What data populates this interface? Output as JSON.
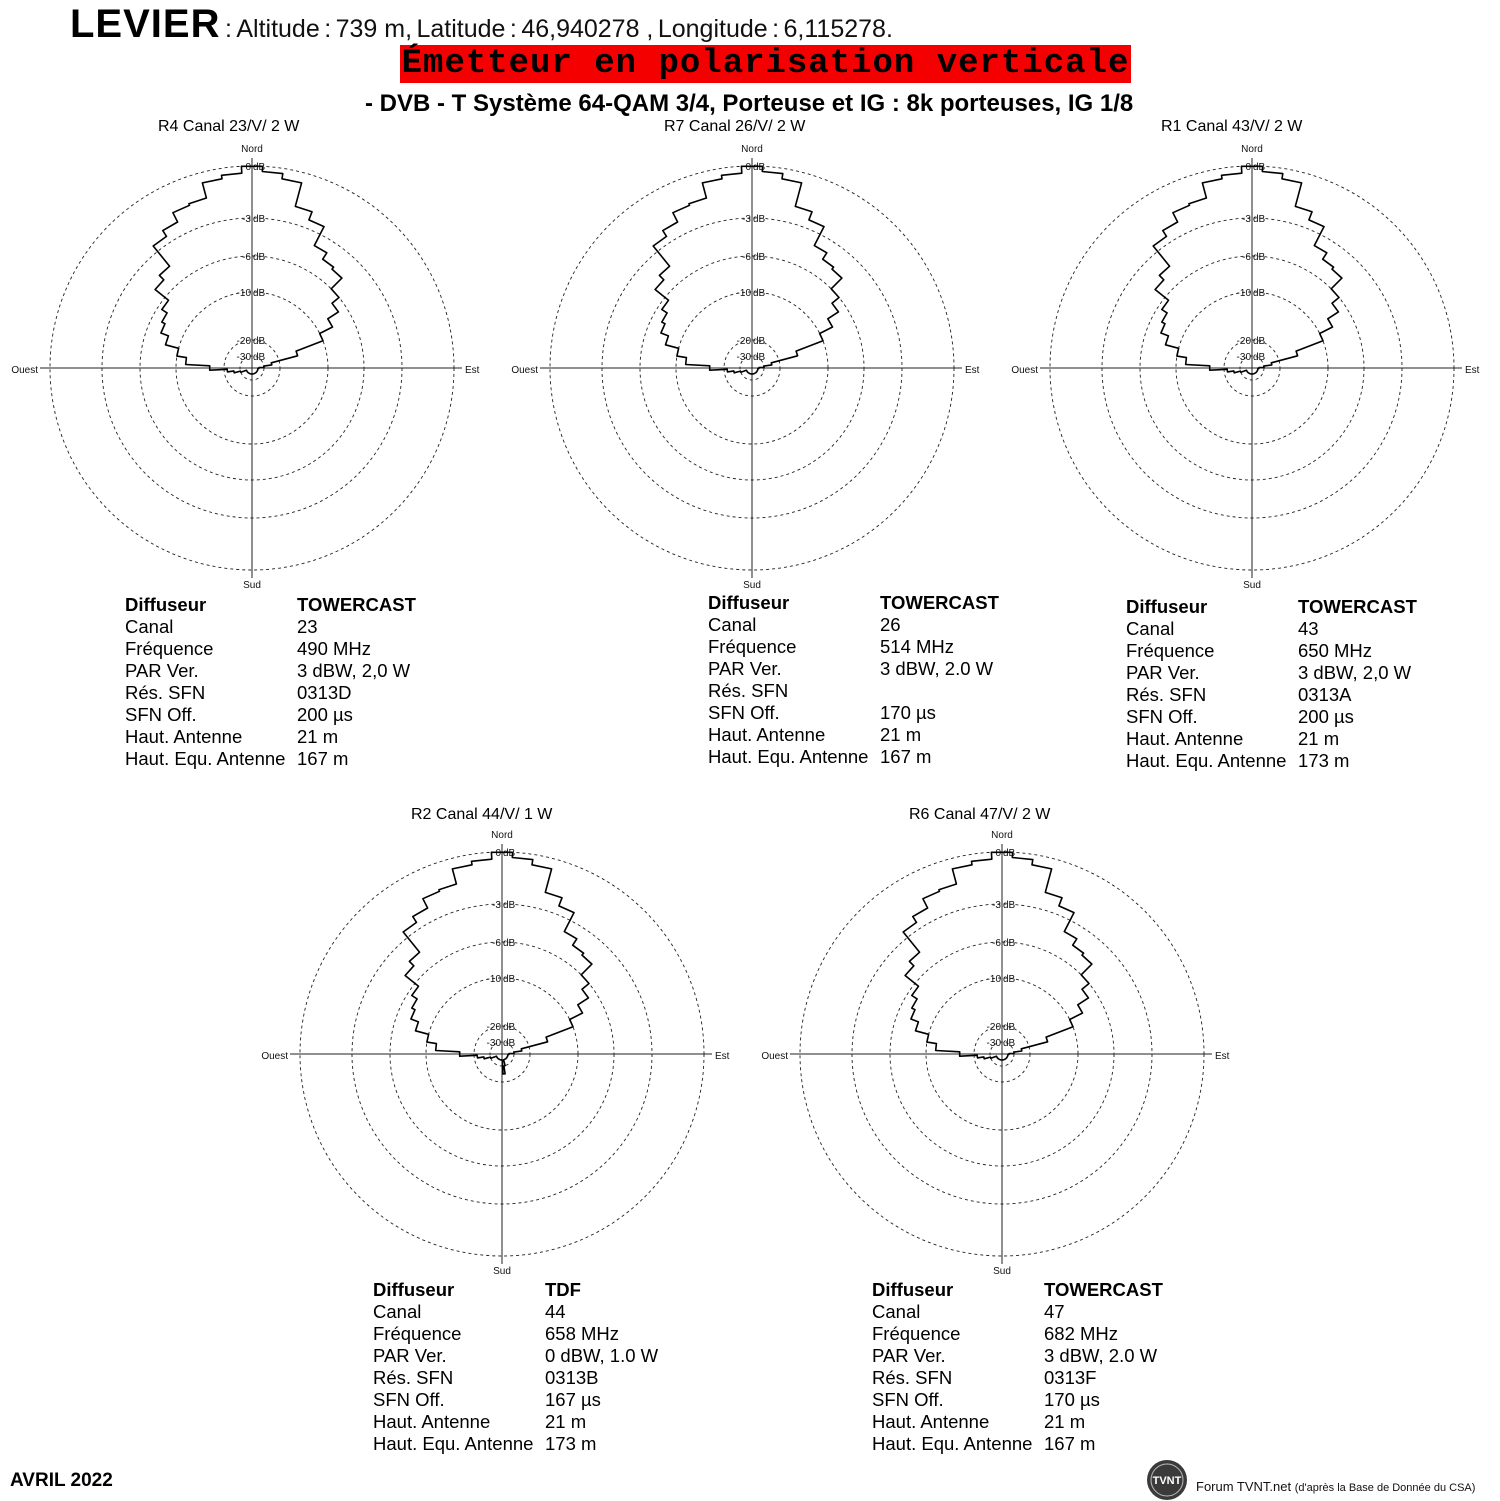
{
  "header": {
    "site": "LEVIER",
    "sep": ":",
    "altitude_label": "Altitude",
    "altitude_value": "739 m,",
    "latitude_label": "Latitude",
    "latitude_value": "46,940278 ,",
    "longitude_label": "Longitude",
    "longitude_value": "6,115278."
  },
  "banner": {
    "text": "Émetteur en polarisation verticale",
    "color": "#f40000"
  },
  "system_line": "- DVB - T    Système 64-QAM 3/4,  Porteuse et IG : 8k porteuses, IG 1/8",
  "polar_labels": {
    "north": "Nord",
    "south": "Sud",
    "east": "Est",
    "west": "Ouest",
    "rings": [
      "0 dB",
      "-3 dB",
      "-6 dB",
      "-10 dB",
      "-20 dB",
      "-30 dB"
    ]
  },
  "chart_data": [
    {
      "type": "polar",
      "title": "R4    Canal  23/V/   2  W",
      "rings_db": [
        0,
        -3,
        -6,
        -10,
        -20,
        -30
      ],
      "pattern_db": [
        0,
        -0.3,
        -0.6,
        -2,
        -2.5,
        -4,
        -4.6,
        -4.8,
        -6,
        -7,
        -8.4,
        -10,
        -16,
        -25,
        -30,
        -35,
        -36,
        -36,
        -36,
        -36,
        -36,
        -36,
        -36,
        -36,
        -36,
        -36,
        -36,
        -36,
        -36,
        -36,
        -36,
        -36,
        -36,
        -36,
        -36,
        -36,
        -36,
        -36,
        -36,
        -36,
        -36,
        -36,
        -30,
        -26,
        -22,
        -17,
        -12,
        -10,
        -8.5,
        -7.6,
        -7.2,
        -6.5,
        -5,
        -4.5,
        -2.6,
        -2.2,
        -1.6,
        -1.5,
        -0.6,
        -0.4
      ],
      "info": {
        "diffuseur": "TOWERCAST",
        "canal": "23",
        "frequence": "490 MHz",
        "par": "3 dBW, 2,0 W",
        "res_sfn": "0313D",
        "sfn_off": "200 µs",
        "haut_antenne": "21 m",
        "haut_equ_antenne": "167 m"
      }
    },
    {
      "type": "polar",
      "title": "R7    Canal 26/V/   2  W",
      "rings_db": [
        0,
        -3,
        -6,
        -10,
        -20,
        -30
      ],
      "pattern_db": [
        0,
        -0.3,
        -0.6,
        -2,
        -2.5,
        -4,
        -4.6,
        -4.8,
        -6,
        -7,
        -8.4,
        -10,
        -16,
        -25,
        -30,
        -35,
        -36,
        -36,
        -36,
        -36,
        -36,
        -36,
        -36,
        -36,
        -36,
        -36,
        -36,
        -36,
        -36,
        -36,
        -36,
        -36,
        -36,
        -36,
        -36,
        -36,
        -36,
        -36,
        -36,
        -36,
        -36,
        -36,
        -30,
        -26,
        -22,
        -17,
        -12,
        -10,
        -8.5,
        -7.6,
        -7.2,
        -6.5,
        -5,
        -4.5,
        -2.6,
        -2.2,
        -1.6,
        -1.5,
        -0.6,
        -0.4
      ],
      "info": {
        "diffuseur": "TOWERCAST",
        "canal": "26",
        "frequence": "514 MHz",
        "par": "3 dBW, 2.0 W",
        "res_sfn": "",
        "sfn_off": "170 µs",
        "haut_antenne": "21 m",
        "haut_equ_antenne": "167 m"
      }
    },
    {
      "type": "polar",
      "title": "R1    Canal 43/V/   2  W",
      "rings_db": [
        0,
        -3,
        -6,
        -10,
        -20,
        -30
      ],
      "pattern_db": [
        0,
        -0.3,
        -0.6,
        -2,
        -2.5,
        -4,
        -4.6,
        -4.8,
        -6,
        -7,
        -8.4,
        -10,
        -16,
        -25,
        -30,
        -35,
        -36,
        -36,
        -36,
        -36,
        -36,
        -36,
        -36,
        -36,
        -36,
        -36,
        -36,
        -36,
        -36,
        -36,
        -36,
        -36,
        -36,
        -36,
        -36,
        -36,
        -36,
        -36,
        -36,
        -36,
        -36,
        -36,
        -30,
        -26,
        -22,
        -17,
        -12,
        -10,
        -8.5,
        -7.6,
        -7.2,
        -6.5,
        -5,
        -4.5,
        -2.6,
        -2.2,
        -1.6,
        -1.5,
        -0.6,
        -0.4
      ],
      "info": {
        "diffuseur": "TOWERCAST",
        "canal": "43",
        "frequence": "650 MHz",
        "par": "3 dBW, 2,0 W",
        "res_sfn": "0313A",
        "sfn_off": "200 µs",
        "haut_antenne": "21 m",
        "haut_equ_antenne": "173 m"
      }
    },
    {
      "type": "polar",
      "title": "R2    Canal 44/V/    1   W",
      "rings_db": [
        0,
        -3,
        -6,
        -10,
        -20,
        -30
      ],
      "pattern_db": [
        0,
        -0.3,
        -0.6,
        -2,
        -2.5,
        -4,
        -4.6,
        -4.8,
        -6,
        -7,
        -8.4,
        -10,
        -16,
        -25,
        -30,
        -35,
        -36,
        -36,
        -36,
        -36,
        -36,
        -36,
        -36,
        -36,
        -36,
        -36,
        -36,
        -36,
        -30,
        -25,
        -36,
        -36,
        -36,
        -36,
        -36,
        -36,
        -36,
        -36,
        -36,
        -36,
        -36,
        -36,
        -30,
        -26,
        -22,
        -17,
        -12,
        -10,
        -8.5,
        -7.6,
        -7.2,
        -6.5,
        -5,
        -4.5,
        -2.6,
        -2.2,
        -1.6,
        -1.5,
        -0.6,
        -0.4
      ],
      "info": {
        "diffuseur": "TDF",
        "canal": "44",
        "frequence": "658 MHz",
        "par": "0 dBW, 1.0 W",
        "res_sfn": "0313B",
        "sfn_off": "167 µs",
        "haut_antenne": "21 m",
        "haut_equ_antenne": "173 m"
      }
    },
    {
      "type": "polar",
      "title": "R6    Canal  47/V/   2  W",
      "rings_db": [
        0,
        -3,
        -6,
        -10,
        -20,
        -30
      ],
      "pattern_db": [
        0,
        -0.3,
        -0.6,
        -2,
        -2.5,
        -4,
        -4.6,
        -4.8,
        -6,
        -7,
        -8.4,
        -10,
        -16,
        -25,
        -30,
        -35,
        -36,
        -36,
        -36,
        -36,
        -36,
        -36,
        -36,
        -36,
        -36,
        -36,
        -36,
        -36,
        -36,
        -36,
        -36,
        -36,
        -36,
        -36,
        -36,
        -36,
        -36,
        -36,
        -36,
        -36,
        -36,
        -36,
        -30,
        -26,
        -22,
        -17,
        -12,
        -10,
        -8.5,
        -7.6,
        -7.2,
        -6.5,
        -5,
        -4.5,
        -2.6,
        -2.2,
        -1.6,
        -1.5,
        -0.6,
        -0.4
      ],
      "info": {
        "diffuseur": "TOWERCAST",
        "canal": "47",
        "frequence": "682 MHz",
        "par": "3 dBW, 2.0 W",
        "res_sfn": "0313F",
        "sfn_off": "170 µs",
        "haut_antenne": "21 m",
        "haut_equ_antenne": "167 m"
      }
    }
  ],
  "info_labels": {
    "diffuseur": "Diffuseur",
    "canal": "Canal",
    "frequence": "Fréquence",
    "par": "PAR Ver.",
    "res_sfn": "Rés. SFN",
    "sfn_off": "SFN Off.",
    "haut_antenne": "Haut. Antenne",
    "haut_equ_antenne": "Haut. Equ. Antenne"
  },
  "footer": {
    "date": "AVRIL 2022",
    "logo": "TVNT",
    "credit_main": "Forum TVNT.net",
    "credit_small": "(d'après la Base de Donnée du CSA)"
  }
}
